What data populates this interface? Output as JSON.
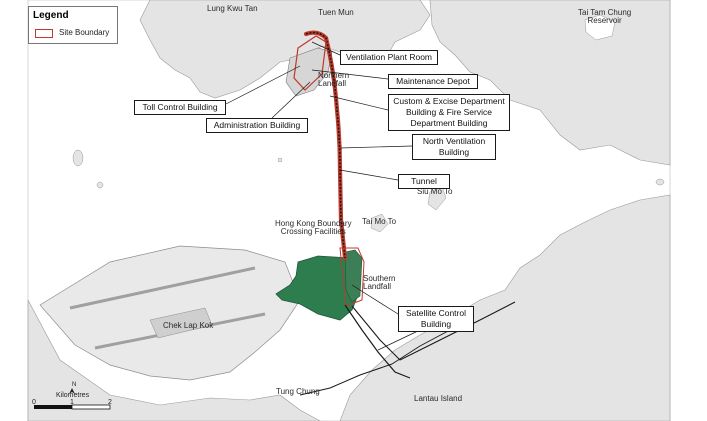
{
  "legend": {
    "title": "Legend",
    "items": [
      {
        "label": "Site Boundary",
        "swatch_color": "#c0392b"
      }
    ]
  },
  "place_names": {
    "lung_kwu_tan": "Lung Kwu Tan",
    "tuen_mun": "Tuen Mun",
    "tai_tam_chung": "Tai Tam Chung\nReservoir",
    "northern_landfall": "Northern\nLandfall",
    "siu_mo_to": "Siu Mo To",
    "tai_mo_to": "Tai Mo To",
    "hkbcf": "Hong Kong Boundary\nCrossing Facilities",
    "southern_landfall": "Southern\nLandfall",
    "chek_lap_kok": "Chek Lap Kok",
    "tung_chung": "Tung Chung",
    "lantau_island": "Lantau Island"
  },
  "callouts": {
    "ventilation_plant_room": "Ventilation Plant Room",
    "maintenance_depot": "Maintenance Depot",
    "toll_control_building": "Toll Control Building",
    "customs_building": "Custom & Excise Department Building & Fire Service Department Building",
    "administration_building": "Administration Building",
    "north_ventilation_building": "North Ventilation Building",
    "tunnel": "Tunnel",
    "satellite_control_building": "Satellite Control Building"
  },
  "scale": {
    "unit": "Kilometres",
    "ticks": [
      "0",
      "1",
      "2"
    ],
    "north_label": "N"
  },
  "colors": {
    "water": "#ffffff",
    "land": "#e6e6e6",
    "land_edge": "#9a9a9a",
    "boundary": "#c0392b",
    "hkbcf": "#2e7d4f",
    "road": "#1a1a1a"
  }
}
